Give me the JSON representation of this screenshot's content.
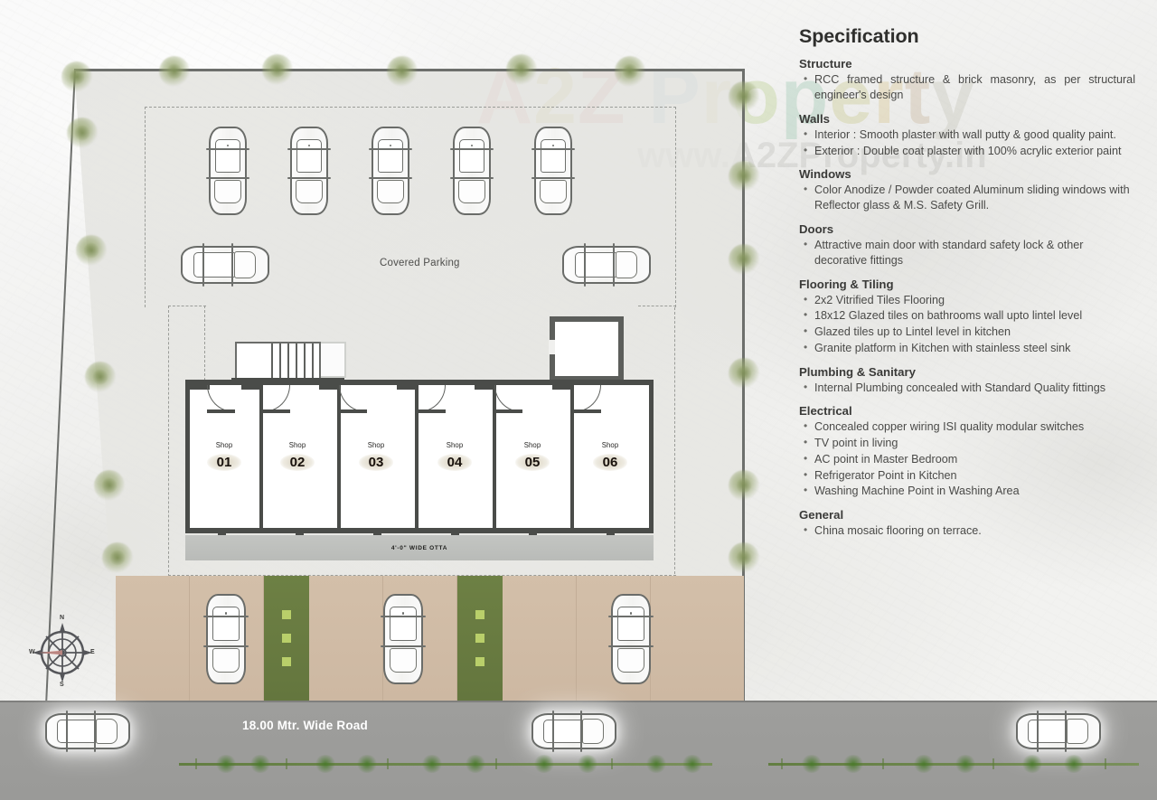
{
  "watermark": {
    "brand": "A2Z Property",
    "url": "www.A2ZProperty.in"
  },
  "plan": {
    "covered_parking_label": "Covered Parking",
    "otta_label": "4'-0\"  WIDE OTTA",
    "road_label": "18.00 Mtr. Wide Road",
    "shop_caption": "Shop",
    "shops": [
      {
        "caption": "Shop",
        "number": "01"
      },
      {
        "caption": "Shop",
        "number": "02"
      },
      {
        "caption": "Shop",
        "number": "03"
      },
      {
        "caption": "Shop",
        "number": "04"
      },
      {
        "caption": "Shop",
        "number": "05"
      },
      {
        "caption": "Shop",
        "number": "06"
      }
    ],
    "compass": {
      "north": "N",
      "east": "E",
      "south": "S",
      "west": "W"
    },
    "colors": {
      "plot_fill": "#e4e4e0",
      "wall": "#4a4c49",
      "bay": "#d3bfa9",
      "green_strip": "#6d8044",
      "road": "#9e9e9c",
      "otta": "#c3c5c2"
    }
  },
  "spec": {
    "title": "Specification",
    "sections": [
      {
        "heading": "Structure",
        "items": [
          "RCC framed structure & brick masonry, as per structural engineer's design"
        ]
      },
      {
        "heading": "Walls",
        "items": [
          "Interior : Smooth plaster with wall putty & good quality paint.",
          "Exterior : Double coat plaster with 100% acrylic exterior paint"
        ]
      },
      {
        "heading": "Windows",
        "items": [
          "Color Anodize / Powder coated Aluminum sliding windows with Reflector glass & M.S. Safety Grill."
        ]
      },
      {
        "heading": "Doors",
        "items": [
          "Attractive main door with standard safety lock & other decorative fittings"
        ]
      },
      {
        "heading": "Flooring & Tiling",
        "items": [
          "2x2 Vitrified Tiles Flooring",
          "18x12 Glazed tiles on bathrooms wall upto lintel level",
          "Glazed tiles up to Lintel level in kitchen",
          "Granite platform in Kitchen with stainless steel sink"
        ]
      },
      {
        "heading": "Plumbing & Sanitary",
        "items": [
          "Internal Plumbing concealed with Standard Quality fittings"
        ]
      },
      {
        "heading": "Electrical",
        "items": [
          "Concealed copper wiring ISI quality modular switches",
          "TV point in living",
          "AC point in Master Bedroom",
          "Refrigerator Point in Kitchen",
          "Washing Machine Point in Washing Area"
        ]
      },
      {
        "heading": "General",
        "items": [
          "China mosaic flooring on terrace."
        ]
      }
    ]
  }
}
